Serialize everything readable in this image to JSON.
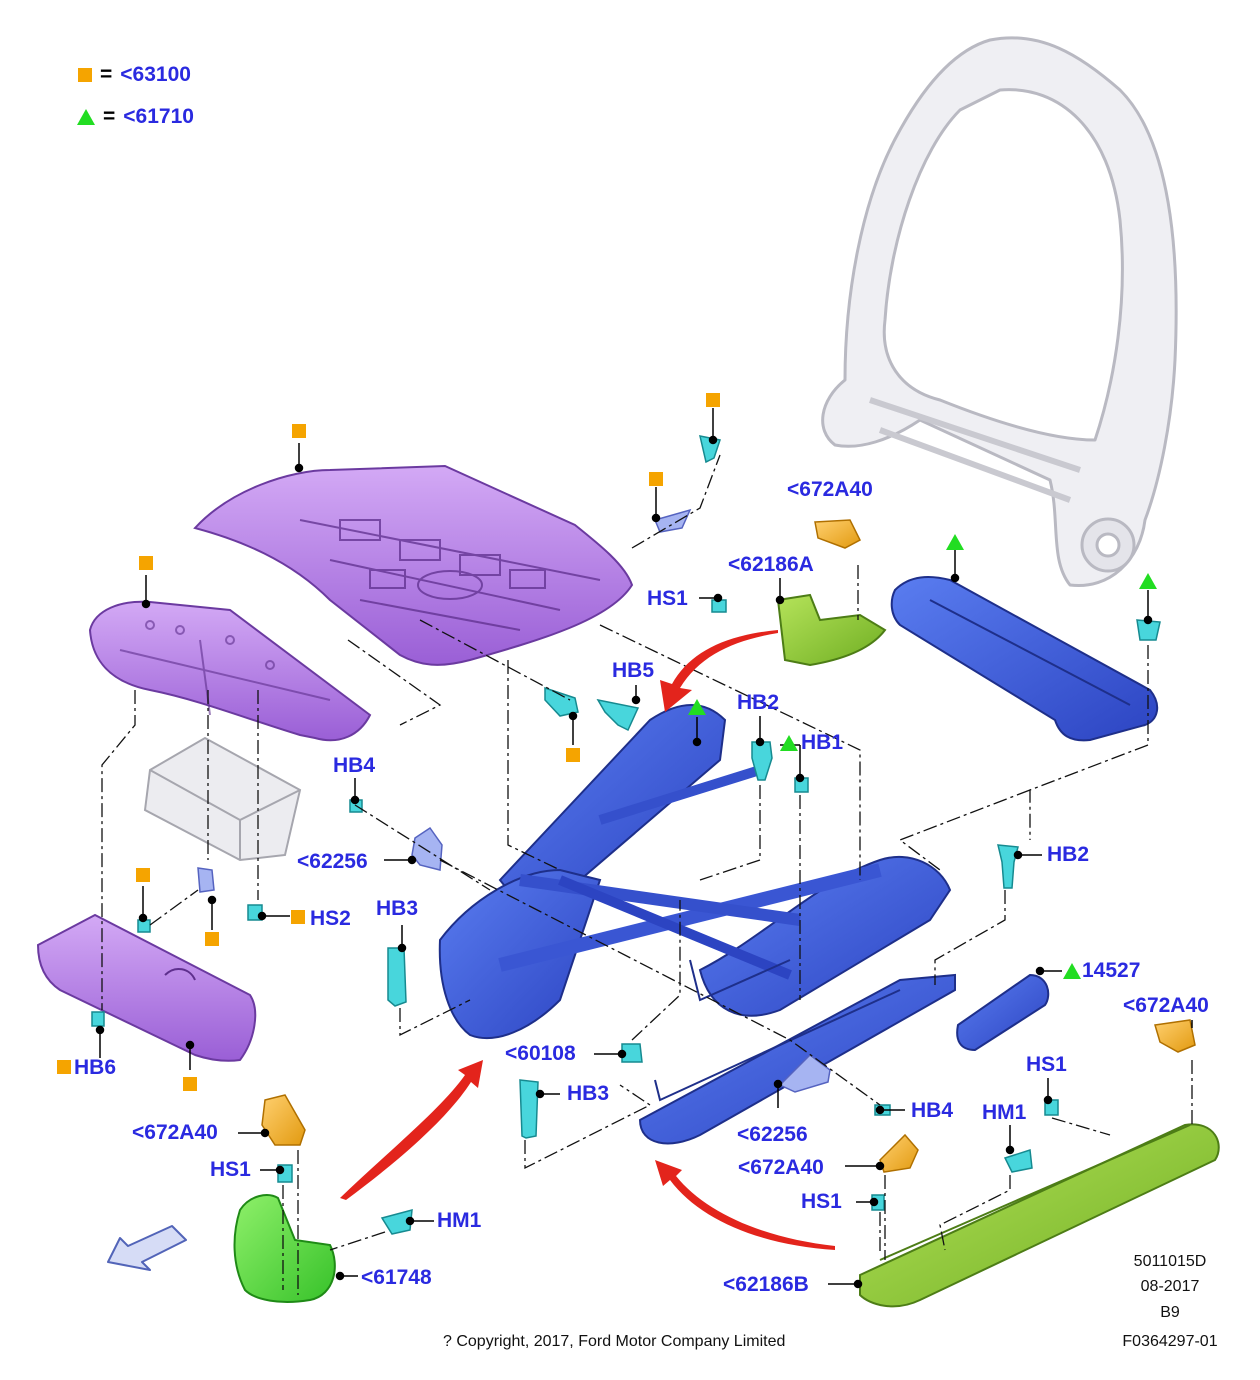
{
  "colors": {
    "label": "#2a2ae0",
    "square": "#f5a400",
    "triangle": "#22dd22",
    "purple": "#b57ee8",
    "blue": "#3b5bd9",
    "green": "#8ccc3a",
    "cyan": "#44d8d8",
    "orange": "#f2ac1e",
    "gray": "#e6e6ea",
    "arrow": "#e3241c"
  },
  "legend": [
    {
      "symbol": "square",
      "eq": "=",
      "code": "<63100"
    },
    {
      "symbol": "triangle",
      "eq": "=",
      "code": "<61710"
    }
  ],
  "callouts": {
    "c672a40_top": "<672A40",
    "c62186a": "<62186A",
    "hs1_top": "HS1",
    "hb5": "HB5",
    "hb2_top": "HB2",
    "hb1": "HB1",
    "hb4_left": "HB4",
    "c62256_left": "<62256",
    "hs2": "HS2",
    "hb3_left": "HB3",
    "hb2_right": "HB2",
    "c14527": "14527",
    "c672a40_right": "<672A40",
    "hs1_right": "HS1",
    "hm1_right": "HM1",
    "c60108": "<60108",
    "hb3_mid": "HB3",
    "c62256_bottom": "<62256",
    "hb4_right": "HB4",
    "c672a40_mid": "<672A40",
    "hs1_mid": "HS1",
    "hb6": "HB6",
    "c672a40_left": "<672A40",
    "hs1_left": "HS1",
    "hm1_left": "HM1",
    "c61748": "<61748",
    "c62186b": "<62186B"
  },
  "footer": {
    "copyright": "? Copyright, 2017, Ford Motor Company Limited",
    "code1": "5011015D",
    "date": "08-2017",
    "code2": "B9",
    "code3": "F0364297-01"
  }
}
